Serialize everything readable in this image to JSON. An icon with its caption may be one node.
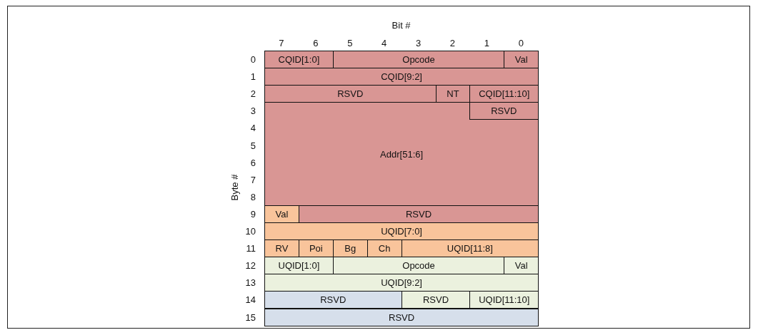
{
  "diagram": {
    "nodes": [
      {
        "text": [
          "CQID[1:0]"
        ]
      },
      {
        "text": [
          "Opcode"
        ]
      },
      {
        "text": [
          "Val"
        ]
      },
      {
        "text": [
          "CQID[9:2]"
        ]
      },
      {
        "text": [
          "RSVD"
        ]
      },
      {
        "text": [
          "NT"
        ]
      },
      {
        "text": [
          "CQID[11:10]"
        ]
      },
      {
        "text": [
          "Addr[51:6]"
        ]
      },
      {
        "text": [
          "RSVD"
        ],
        "in": 7
      },
      {
        "text": [
          "Val"
        ]
      },
      {
        "text": [
          "RSVD"
        ]
      },
      {
        "text": [
          "UQID[7:0]"
        ]
      },
      {
        "text": [
          "RV"
        ]
      },
      {
        "text": [
          "Poi"
        ]
      },
      {
        "text": [
          "Bg"
        ]
      },
      {
        "text": [
          "Ch"
        ]
      },
      {
        "text": [
          "UQID[11:8]"
        ]
      },
      {
        "text": [
          "UQID[1:0]"
        ]
      },
      {
        "text": [
          "Opcode"
        ]
      },
      {
        "text": [
          "Val"
        ]
      },
      {
        "text": [
          "UQID[9:2]"
        ]
      },
      {
        "text": [
          "RSVD"
        ]
      },
      {
        "text": [
          "RSVD"
        ]
      },
      {
        "text": [
          "UQID[11:10]"
        ]
      },
      {
        "text": [
          "RSVD"
        ]
      }
    ],
    "labels": [
      "Bit #",
      "7",
      "6",
      "5",
      "4",
      "3",
      "2",
      "1",
      "0",
      "Byte #",
      "0",
      "1",
      "2",
      "3",
      "4",
      "5",
      "6",
      "7",
      "8",
      "9",
      "10",
      "11",
      "12",
      "13",
      "14",
      "15"
    ]
  }
}
